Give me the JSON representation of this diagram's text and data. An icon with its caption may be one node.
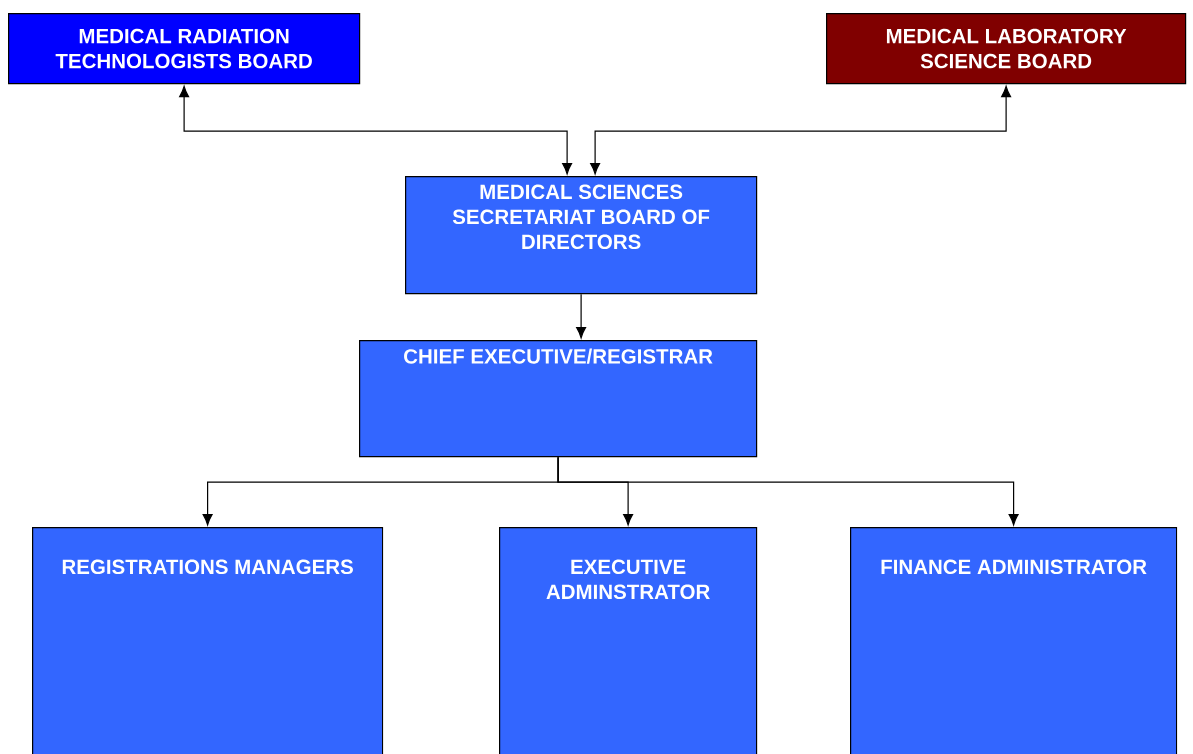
{
  "diagram": {
    "nodes": [
      {
        "text": [
          "MEDICAL RADIATION TECHNOLOGISTS BOARD"
        ]
      },
      {
        "text": [
          "MEDICAL LABORATORY SCIENCE BOARD"
        ]
      },
      {
        "text": [
          "MEDICAL SCIENCES SECRETARIAT BOARD OF DIRECTORS"
        ]
      },
      {
        "text": [
          "CHIEF EXECUTIVE/REGISTRAR"
        ]
      },
      {
        "text": [
          "REGISTRATIONS MANAGERS"
        ]
      },
      {
        "text": [
          "EXECUTIVE ADMINSTRATOR"
        ]
      },
      {
        "text": [
          "FINANCE ADMINISTRATOR"
        ]
      }
    ],
    "edges": [
      {
        "from": 0,
        "to": 2,
        "arrow": "both"
      },
      {
        "from": 1,
        "to": 2,
        "arrow": "both"
      },
      {
        "from": 2,
        "to": 3,
        "arrow": "to"
      },
      {
        "from": 3,
        "to": 4,
        "arrow": "to"
      },
      {
        "from": 3,
        "to": 5,
        "arrow": "to"
      },
      {
        "from": 3,
        "to": 6,
        "arrow": "to"
      }
    ]
  }
}
